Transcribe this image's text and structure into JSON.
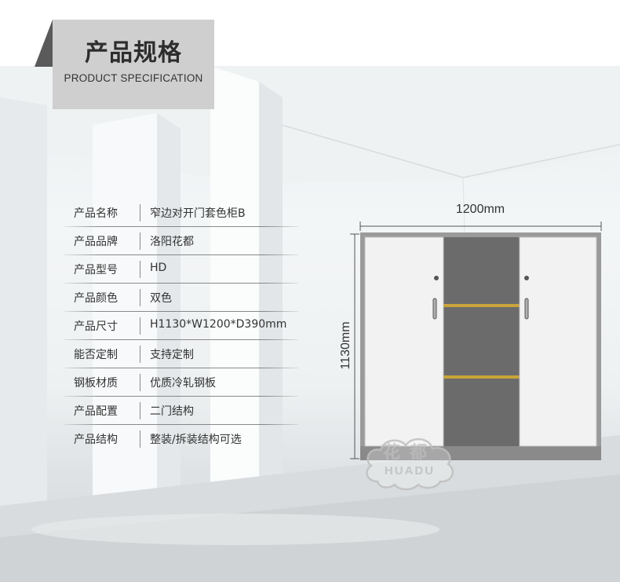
{
  "header": {
    "title": "产品规格",
    "subtitle": "PRODUCT SPECIFICATION"
  },
  "specs": [
    {
      "label": "产品名称",
      "value": "窄边对开门套色柜B"
    },
    {
      "label": "产品品牌",
      "value": "洛阳花都"
    },
    {
      "label": "产品型号",
      "value": "HD"
    },
    {
      "label": "产品颜色",
      "value": "双色"
    },
    {
      "label": "产品尺寸",
      "value": "H1130*W1200*D390mm"
    },
    {
      "label": "能否定制",
      "value": "支持定制"
    },
    {
      "label": "钢板材质",
      "value": "优质冷轧钢板"
    },
    {
      "label": "产品配置",
      "value": "二门结构"
    },
    {
      "label": "产品结构",
      "value": "整装/拆装结构可选"
    }
  ],
  "dimensions": {
    "width": "1200mm",
    "height": "1130mm"
  },
  "logo": {
    "cn": "花都",
    "en": "HUADU"
  },
  "colors": {
    "header_box": "#cfcfcf",
    "cabinet_frame": "#9a9a9a",
    "cabinet_interior": "#6b6b6b",
    "door": "#f2f2f2",
    "shelf": "#c9a43a"
  }
}
